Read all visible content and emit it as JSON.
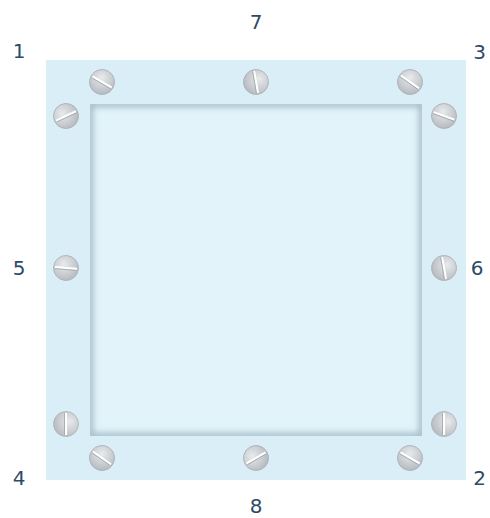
{
  "diagram": {
    "labels": [
      "1",
      "7",
      "3",
      "5",
      "6",
      "4",
      "8",
      "2"
    ]
  }
}
